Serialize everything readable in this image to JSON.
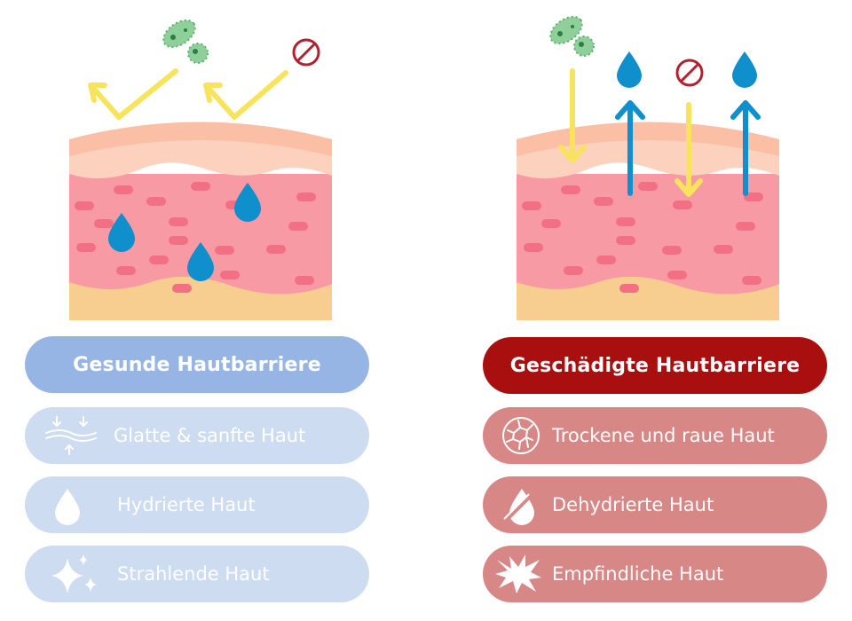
{
  "healthy": {
    "title": "Gesunde Hautbarriere",
    "items": [
      {
        "label": "Glatte & sanfte Haut",
        "icon": "smooth-skin-icon"
      },
      {
        "label": "Hydrierte Haut",
        "icon": "water-drop-icon"
      },
      {
        "label": "Strahlende Haut",
        "icon": "sparkle-icon"
      }
    ]
  },
  "damaged": {
    "title": "Geschädigte Hautbarriere",
    "items": [
      {
        "label": "Trockene und raue Haut",
        "icon": "cracked-skin-icon"
      },
      {
        "label": "Dehydrierte Haut",
        "icon": "broken-drop-icon"
      },
      {
        "label": "Empfindliche Haut",
        "icon": "irritation-burst-icon"
      }
    ]
  },
  "colors": {
    "healthy_title": "#97b5e4",
    "healthy_item": "#cddcf1",
    "damaged_title": "#a90f0f",
    "damaged_item": "#d78785",
    "skin_pink": "#f89aa4",
    "skin_cells": "#f26f84",
    "epidermis": "#fbbfa5",
    "fat_layer": "#f7ce8f",
    "water": "#0f8fcc",
    "arrow_yellow": "#f8e45c",
    "bacteria": "#8fd09a",
    "blocked_red": "#b2222e"
  }
}
